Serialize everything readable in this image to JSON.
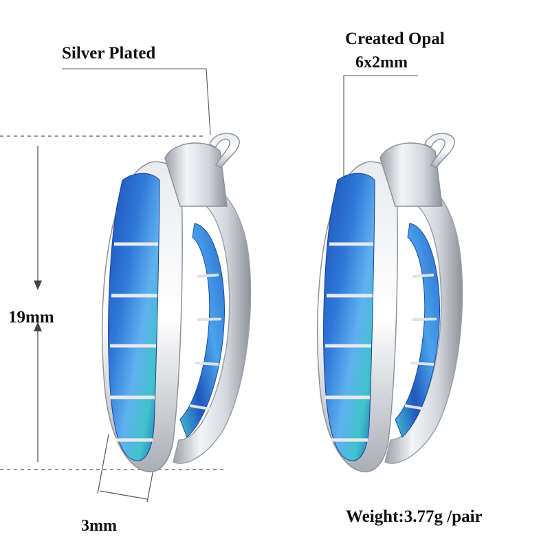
{
  "labels": {
    "plating": "Silver Plated",
    "stone": "Created Opal",
    "stone_size": "6x2mm",
    "height": "19mm",
    "width": "3mm",
    "weight": "Weight:3.77g /pair"
  },
  "colors": {
    "silver_light": "#f2f3f5",
    "silver_mid": "#c9ccd1",
    "silver_dark": "#8d929a",
    "opal_deep": "#1d4fb8",
    "opal_mid": "#2f78d8",
    "opal_light": "#5fb0ef",
    "opal_green": "#3fc3c9",
    "text": "#111111",
    "dim_line": "#555555"
  }
}
